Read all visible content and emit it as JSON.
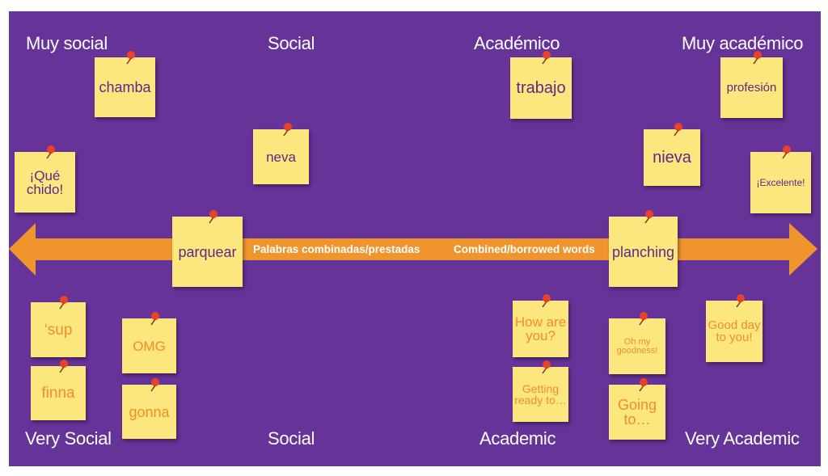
{
  "headers_top": [
    "Muy social",
    "Social",
    "Académico",
    "Muy académico"
  ],
  "headers_bottom": [
    "Very Social",
    "Social",
    "Academic",
    "Very Academic"
  ],
  "arrow": {
    "label_es": "Palabras combinadas/prestadas",
    "label_en": "Combined/borrowed words"
  },
  "notes": {
    "chamba": "chamba",
    "trabajo": "trabajo",
    "profesion": "profesión",
    "neva": "neva",
    "nieva": "nieva",
    "que_chido": "¡Qué chido!",
    "excelente": "¡Excelente!",
    "parquear": "parquear",
    "planching": "planching",
    "sup": "‘sup",
    "omg": "OMG",
    "finna": "finna",
    "gonna": "gonna",
    "how_are_you": "How are you?",
    "getting_ready": "Getting ready to…",
    "oh_my_goodness": "Oh my goodness!",
    "going_to": "Going to…",
    "good_day": "Good day to you!"
  },
  "colors": {
    "background": "#663399",
    "arrow": "#f0952e",
    "note": "#fce77e",
    "note_text_dark": "#5b2a86",
    "note_text_orange": "#ef8f2a",
    "pin": "#e8422a"
  }
}
